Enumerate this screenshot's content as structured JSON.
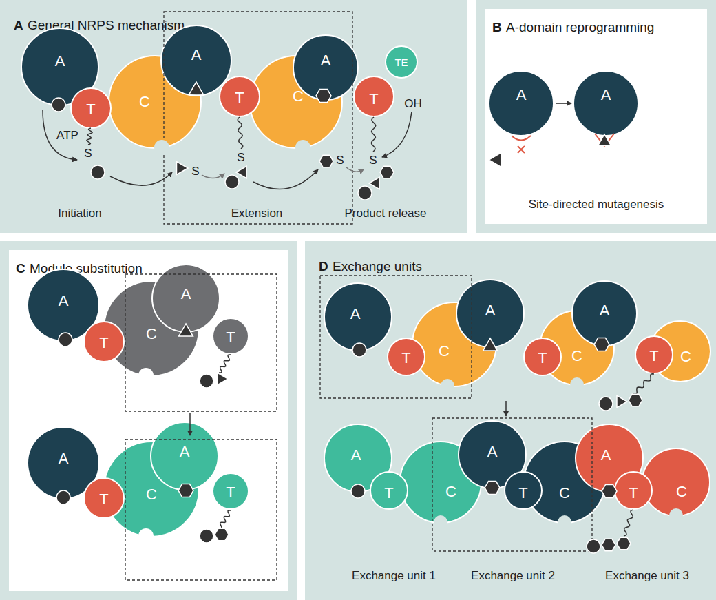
{
  "diagram": {
    "nodes": [
      {
        "text": [
          "A",
          "General NRPS mechanism"
        ]
      },
      {
        "text": [
          "A"
        ],
        "in": 0
      },
      {
        "text": [
          "T"
        ],
        "in": 0
      },
      {
        "text": [
          "C"
        ],
        "in": 0
      },
      {
        "text": [
          "A"
        ],
        "in": 0
      },
      {
        "text": [
          "T"
        ],
        "in": 0
      },
      {
        "text": [
          "C"
        ],
        "in": 0
      },
      {
        "text": [
          "A"
        ],
        "in": 0
      },
      {
        "text": [
          "T"
        ],
        "in": 0
      },
      {
        "text": [
          "TE"
        ],
        "in": 0
      },
      {
        "text": [
          "B",
          "A-domain reprogramming"
        ]
      },
      {
        "text": [
          "A"
        ],
        "in": 10
      },
      {
        "text": [
          "A"
        ],
        "in": 10
      },
      {
        "text": [
          "C",
          "Module substitution"
        ]
      },
      {
        "text": [
          "A"
        ],
        "in": 13
      },
      {
        "text": [
          "T"
        ],
        "in": 13
      },
      {
        "text": [
          "C"
        ],
        "in": 13
      },
      {
        "text": [
          "A"
        ],
        "in": 13
      },
      {
        "text": [
          "T"
        ],
        "in": 13
      },
      {
        "text": [
          "A"
        ],
        "in": 13
      },
      {
        "text": [
          "T"
        ],
        "in": 13
      },
      {
        "text": [
          "C"
        ],
        "in": 13
      },
      {
        "text": [
          "A"
        ],
        "in": 13
      },
      {
        "text": [
          "T"
        ],
        "in": 13
      },
      {
        "text": [
          "D",
          "Exchange units"
        ]
      },
      {
        "text": [
          "A"
        ],
        "in": 24
      },
      {
        "text": [
          "T"
        ],
        "in": 24
      },
      {
        "text": [
          "C"
        ],
        "in": 24
      },
      {
        "text": [
          "A"
        ],
        "in": 24
      },
      {
        "text": [
          "T"
        ],
        "in": 24
      },
      {
        "text": [
          "C"
        ],
        "in": 24
      },
      {
        "text": [
          "A"
        ],
        "in": 24
      },
      {
        "text": [
          "T"
        ],
        "in": 24
      },
      {
        "text": [
          "C"
        ],
        "in": 24
      },
      {
        "text": [
          "A"
        ],
        "in": 24
      },
      {
        "text": [
          "T"
        ],
        "in": 24
      },
      {
        "text": [
          "C"
        ],
        "in": 24
      },
      {
        "text": [
          "A"
        ],
        "in": 24
      },
      {
        "text": [
          "T"
        ],
        "in": 24
      },
      {
        "text": [
          "C"
        ],
        "in": 24
      },
      {
        "text": [
          "A"
        ],
        "in": 24
      },
      {
        "text": [
          "T"
        ],
        "in": 24
      },
      {
        "text": [
          "C"
        ],
        "in": 24
      }
    ],
    "edges": [
      {
        "from": 11,
        "to": 12,
        "arrow": "to"
      }
    ],
    "labels": [
      "ATP",
      "S",
      "S",
      "S",
      "S",
      "S",
      "OH",
      "Initiation",
      "Extension",
      "Product release",
      "Site-directed mutagenesis",
      "Exchange unit 1",
      "Exchange unit 2",
      "Exchange unit 3"
    ]
  }
}
